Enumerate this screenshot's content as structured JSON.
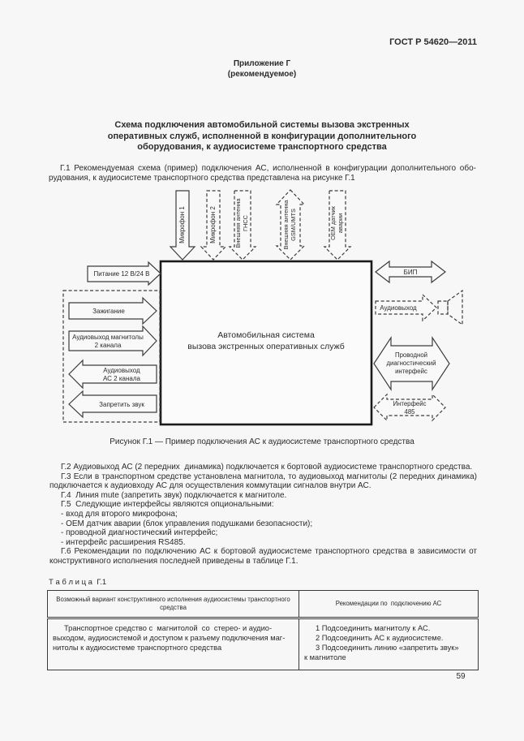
{
  "page": {
    "doc_number": "ГОСТ Р 54620—2011",
    "appendix_title": "Приложение Г",
    "appendix_type": "(рекомендуемое)",
    "title_lines": [
      "Схема подключения автомобильной системы вызова экстренных",
      "оперативных служб, исполненной в конфигурации дополнительного",
      "оборудования, к аудиосистеме транспортного средства"
    ],
    "g1_lines": [
      "Г.1 Рекомендуемая схема (пример) подключения АС, исполненной в конфигурации дополнительного обо-",
      "рудования, к аудиосистеме транспортного средства представлена на рисунке Г.1"
    ],
    "figure_caption": "Рисунок Г.1 — Пример подключения АС к аудиосистеме транспортного средства",
    "body_lines": [
      "Г.2 Аудиовыход АС (2 передних  динамика) подключается к бортовой аудиосистеме транспортного средства.",
      "Г.3 Если в транспортном средстве установлена магнитола, то аудиовыход магнитолы (2 передних динамика)",
      "подключается к аудиовходу АС для осуществления коммутации сигналов внутри АС.",
      "Г.4  Линия mute (запретить звук) подключается к магнитоле.",
      "Г.5  Следующие интерфейсы являются опциональными:",
      "- вход для второго микрофона;",
      "- ОЕМ датчик аварии (блок управления подушками безопасности);",
      "- проводной диагностический интерфейс;",
      "- интерфейс расширения RS485.",
      "Г.6 Рекомендации по подключению АС к бортовой аудиосистеме транспортного средства в зависимости от",
      "конструктивного исполнения последней приведены в таблице Г.1."
    ],
    "table_label": "Т а б л и ц а  Г.1",
    "page_number": "59"
  },
  "diagram": {
    "center": {
      "line1": "Автомобильная система",
      "line2": "вызова экстренных оперативных служб"
    },
    "top_arrows": {
      "mic1": "Микрофон 1",
      "mic2": "Микрофон 2",
      "gnss_line1": "Внешняя антенна",
      "gnss_line2": "ГНСС",
      "gsm_line1": "Внешняя антенна",
      "gsm_line2": "GSM/UMTS",
      "oem_line1": "ОЕМ датчик",
      "oem_line2": "аварии"
    },
    "left": {
      "power": "Питание 12 В/24 В",
      "ignition": "Зажигание",
      "radio_out_line1": "Аудиовыход магнитолы",
      "radio_out_line2": "2 канала",
      "ac_out_line1": "Аудиовыход",
      "ac_out_line2": "АС 2 канала",
      "mute": "Запретить звук"
    },
    "right": {
      "bip": "БИП",
      "audio_out": "Аудиовыход",
      "diag_line1": "Проводной",
      "diag_line2": "диагностический",
      "diag_line3": "интерфейс",
      "iface_line1": "Интерфейс",
      "iface_line2": "485"
    }
  },
  "table": {
    "header_col1": "Возможный вариант конструктивного исполнения аудиосистемы транспортного средства",
    "header_col2": "Рекомендации по  подключению АС",
    "row_col1_lines": [
      "Транспортное средство с  магнитолой  со  стерео- и аудио-",
      "выходом, аудиосистемой и доступом к разъему подключения маг-",
      "нитолы к аудиосистеме транспортного средства"
    ],
    "row_col2_lines": [
      "1 Подсоединить магнитолу к АС.",
      "2 Подсоединить АС к аудиосистеме.",
      "3 Подсоединить линию «запретить звук»",
      "к магнитоле"
    ]
  }
}
